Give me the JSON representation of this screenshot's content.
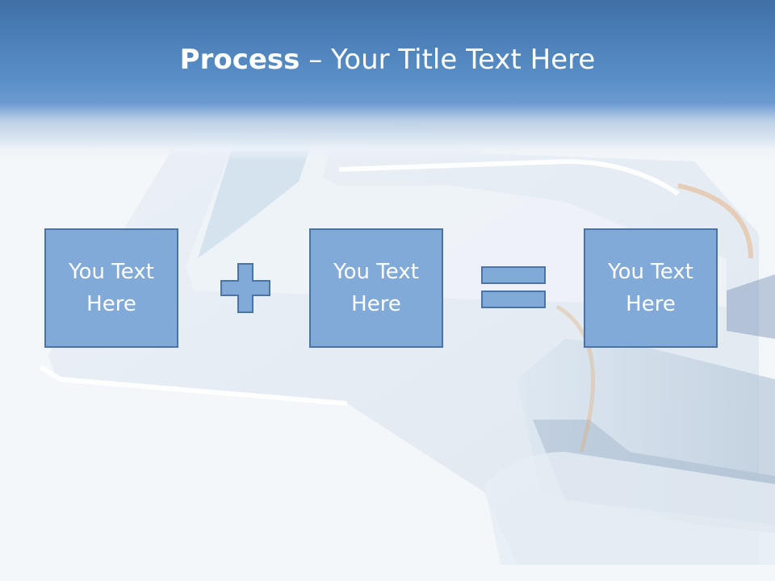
{
  "title": {
    "bold": "Process",
    "dash": " – ",
    "rest": "Your Title Text Here"
  },
  "steps": [
    {
      "text": "You Text Here"
    },
    {
      "text": "You Text Here"
    },
    {
      "text": "You Text Here"
    }
  ],
  "operators": [
    "plus",
    "equals"
  ],
  "colors": {
    "header": "#4a7db6",
    "box_fill": "#82aad8",
    "box_border": "#4b74a6",
    "title_text": "#ffffff"
  }
}
